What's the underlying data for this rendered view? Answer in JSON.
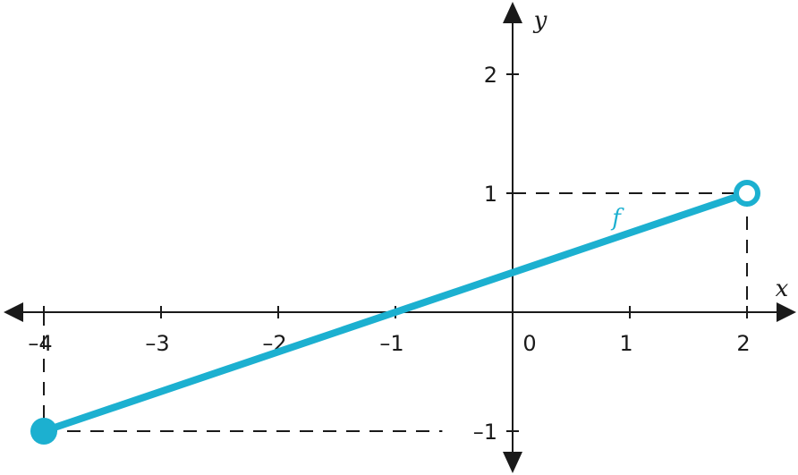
{
  "chart_data": {
    "type": "line",
    "xlabel": "x",
    "ylabel": "y",
    "xlim": [
      -4.35,
      2.45
    ],
    "ylim": [
      -1.35,
      2.55
    ],
    "x_ticks": [
      -4,
      -3,
      -2,
      -1,
      0,
      1,
      2
    ],
    "x_tick_labels": [
      "–4",
      "–3",
      "–2",
      "–1",
      "0",
      "1",
      "2"
    ],
    "y_ticks": [
      -1,
      1,
      2
    ],
    "y_tick_labels": [
      "–1",
      "1",
      "2"
    ],
    "grid": false,
    "series": [
      {
        "name": "f",
        "color": "#1cb0d0",
        "points": [
          {
            "x": -4,
            "y": -1,
            "marker": "closed"
          },
          {
            "x": 2,
            "y": 1,
            "marker": "open"
          }
        ]
      }
    ],
    "guides": [
      {
        "from": [
          -4,
          0
        ],
        "to": [
          -4,
          -1
        ]
      },
      {
        "from": [
          -4,
          -1
        ],
        "to": [
          -0.6,
          -1
        ]
      },
      {
        "from": [
          0,
          1
        ],
        "to": [
          2,
          1
        ]
      },
      {
        "from": [
          2,
          1
        ],
        "to": [
          2,
          0
        ]
      }
    ]
  }
}
